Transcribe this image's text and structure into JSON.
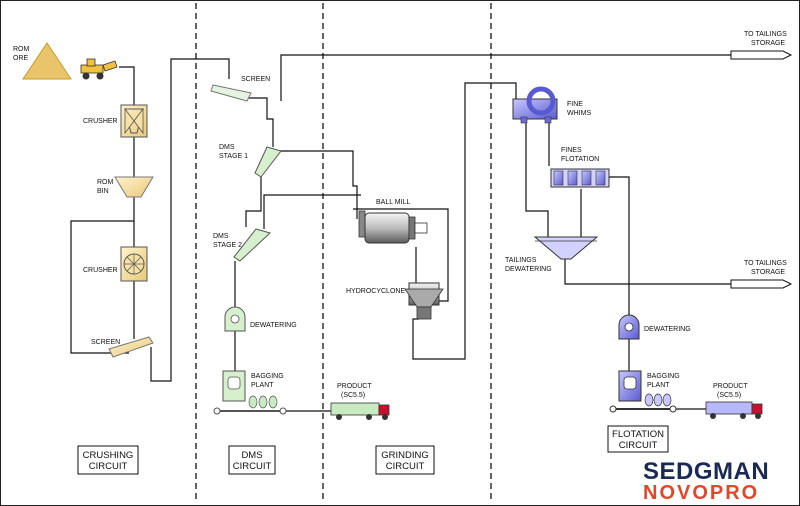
{
  "labels": {
    "rom_ore": [
      "ROM",
      "ORE"
    ],
    "crusher1": "CRUSHER",
    "rom_bin": [
      "ROM",
      "BIN"
    ],
    "crusher2": "CRUSHER",
    "screen1": "SCREEN",
    "screen2": "SCREEN",
    "dms_stage1": [
      "DMS",
      "STAGE 1"
    ],
    "dms_stage2": [
      "DMS",
      "STAGE 2"
    ],
    "dewatering1": "DEWATERING",
    "bagging1": [
      "BAGGING",
      "PLANT"
    ],
    "product1": [
      "PRODUCT",
      "(SC5.5)"
    ],
    "ball_mill": "BALL MILL",
    "hydrocyclone": "HYDROCYCLONE",
    "fine_whims": [
      "FINE",
      "WHIMS"
    ],
    "fines_flotation": [
      "FINES",
      "FLOTATION"
    ],
    "tailings_dewatering": [
      "TAILINGS",
      "DEWATERING"
    ],
    "tailings_storage_1": [
      "TO TAILINGS",
      "STORAGE"
    ],
    "tailings_storage_2": [
      "TO TAILINGS",
      "STORAGE"
    ],
    "dewatering2": "DEWATERING",
    "bagging2": [
      "BAGGING",
      "PLANT"
    ],
    "product2": [
      "PRODUCT",
      "(SC5.5)"
    ]
  },
  "circuits": {
    "crushing": [
      "CRUSHING",
      "CIRCUIT"
    ],
    "dms": [
      "DMS",
      "CIRCUIT"
    ],
    "grinding": [
      "GRINDING",
      "CIRCUIT"
    ],
    "flotation": [
      "FLOTATION",
      "CIRCUIT"
    ]
  },
  "brand": {
    "company": "SEDGMAN",
    "product": "NOVOPRO"
  },
  "colors": {
    "ore": "#e9c46a",
    "equipment_tan": "#f6e2a6",
    "dms_green": "#d6efcc",
    "flotation_blue": "#9f9ff0",
    "brand_navy": "#1b2a55",
    "brand_orange": "#e1472b"
  }
}
